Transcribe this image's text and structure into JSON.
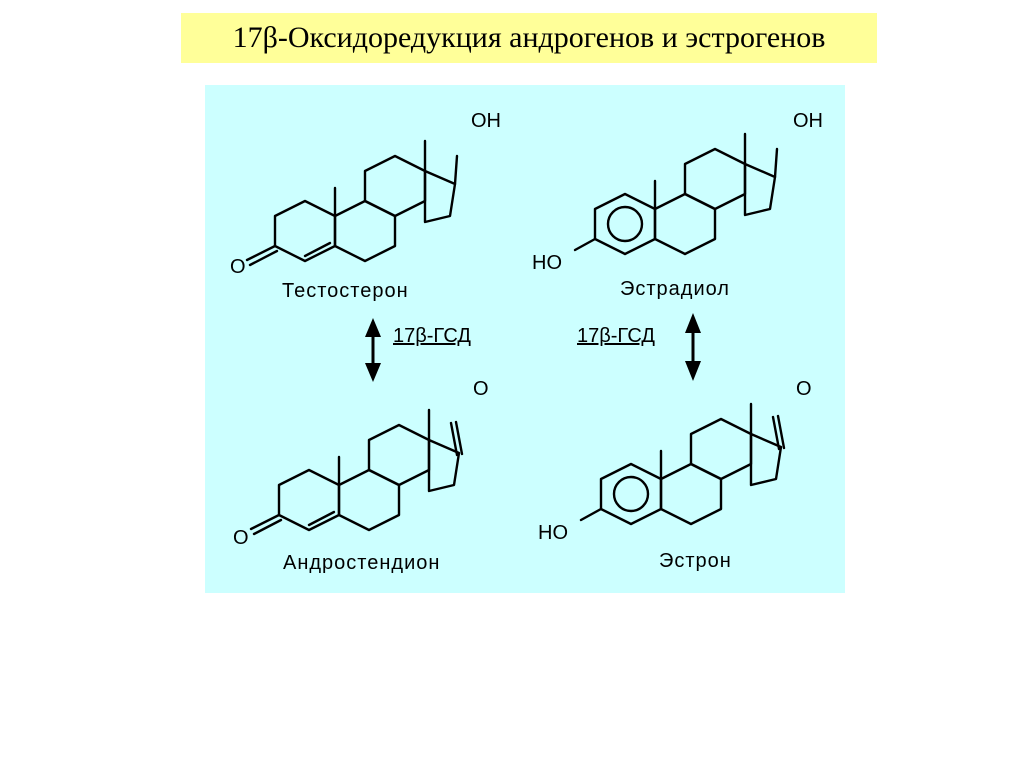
{
  "title": "17β-Оксидоредукция андрогенов и эстрогенов",
  "compounds": {
    "testosterone": {
      "name": "Тестостерон",
      "oh": "OH",
      "o": "O"
    },
    "estradiol": {
      "name": "Эстрадиол",
      "oh": "OH",
      "ho": "HO"
    },
    "androstenedione": {
      "name": "Андростендион",
      "o17": "O",
      "o3": "O"
    },
    "estrone": {
      "name": "Эстрон",
      "o17": "O",
      "ho": "HO"
    }
  },
  "enzyme": {
    "left": "17β-ГСД",
    "right": "17β-ГСД"
  },
  "colors": {
    "title_bg": "#ffff99",
    "panel_bg": "#ccffff",
    "ink": "#000000"
  }
}
